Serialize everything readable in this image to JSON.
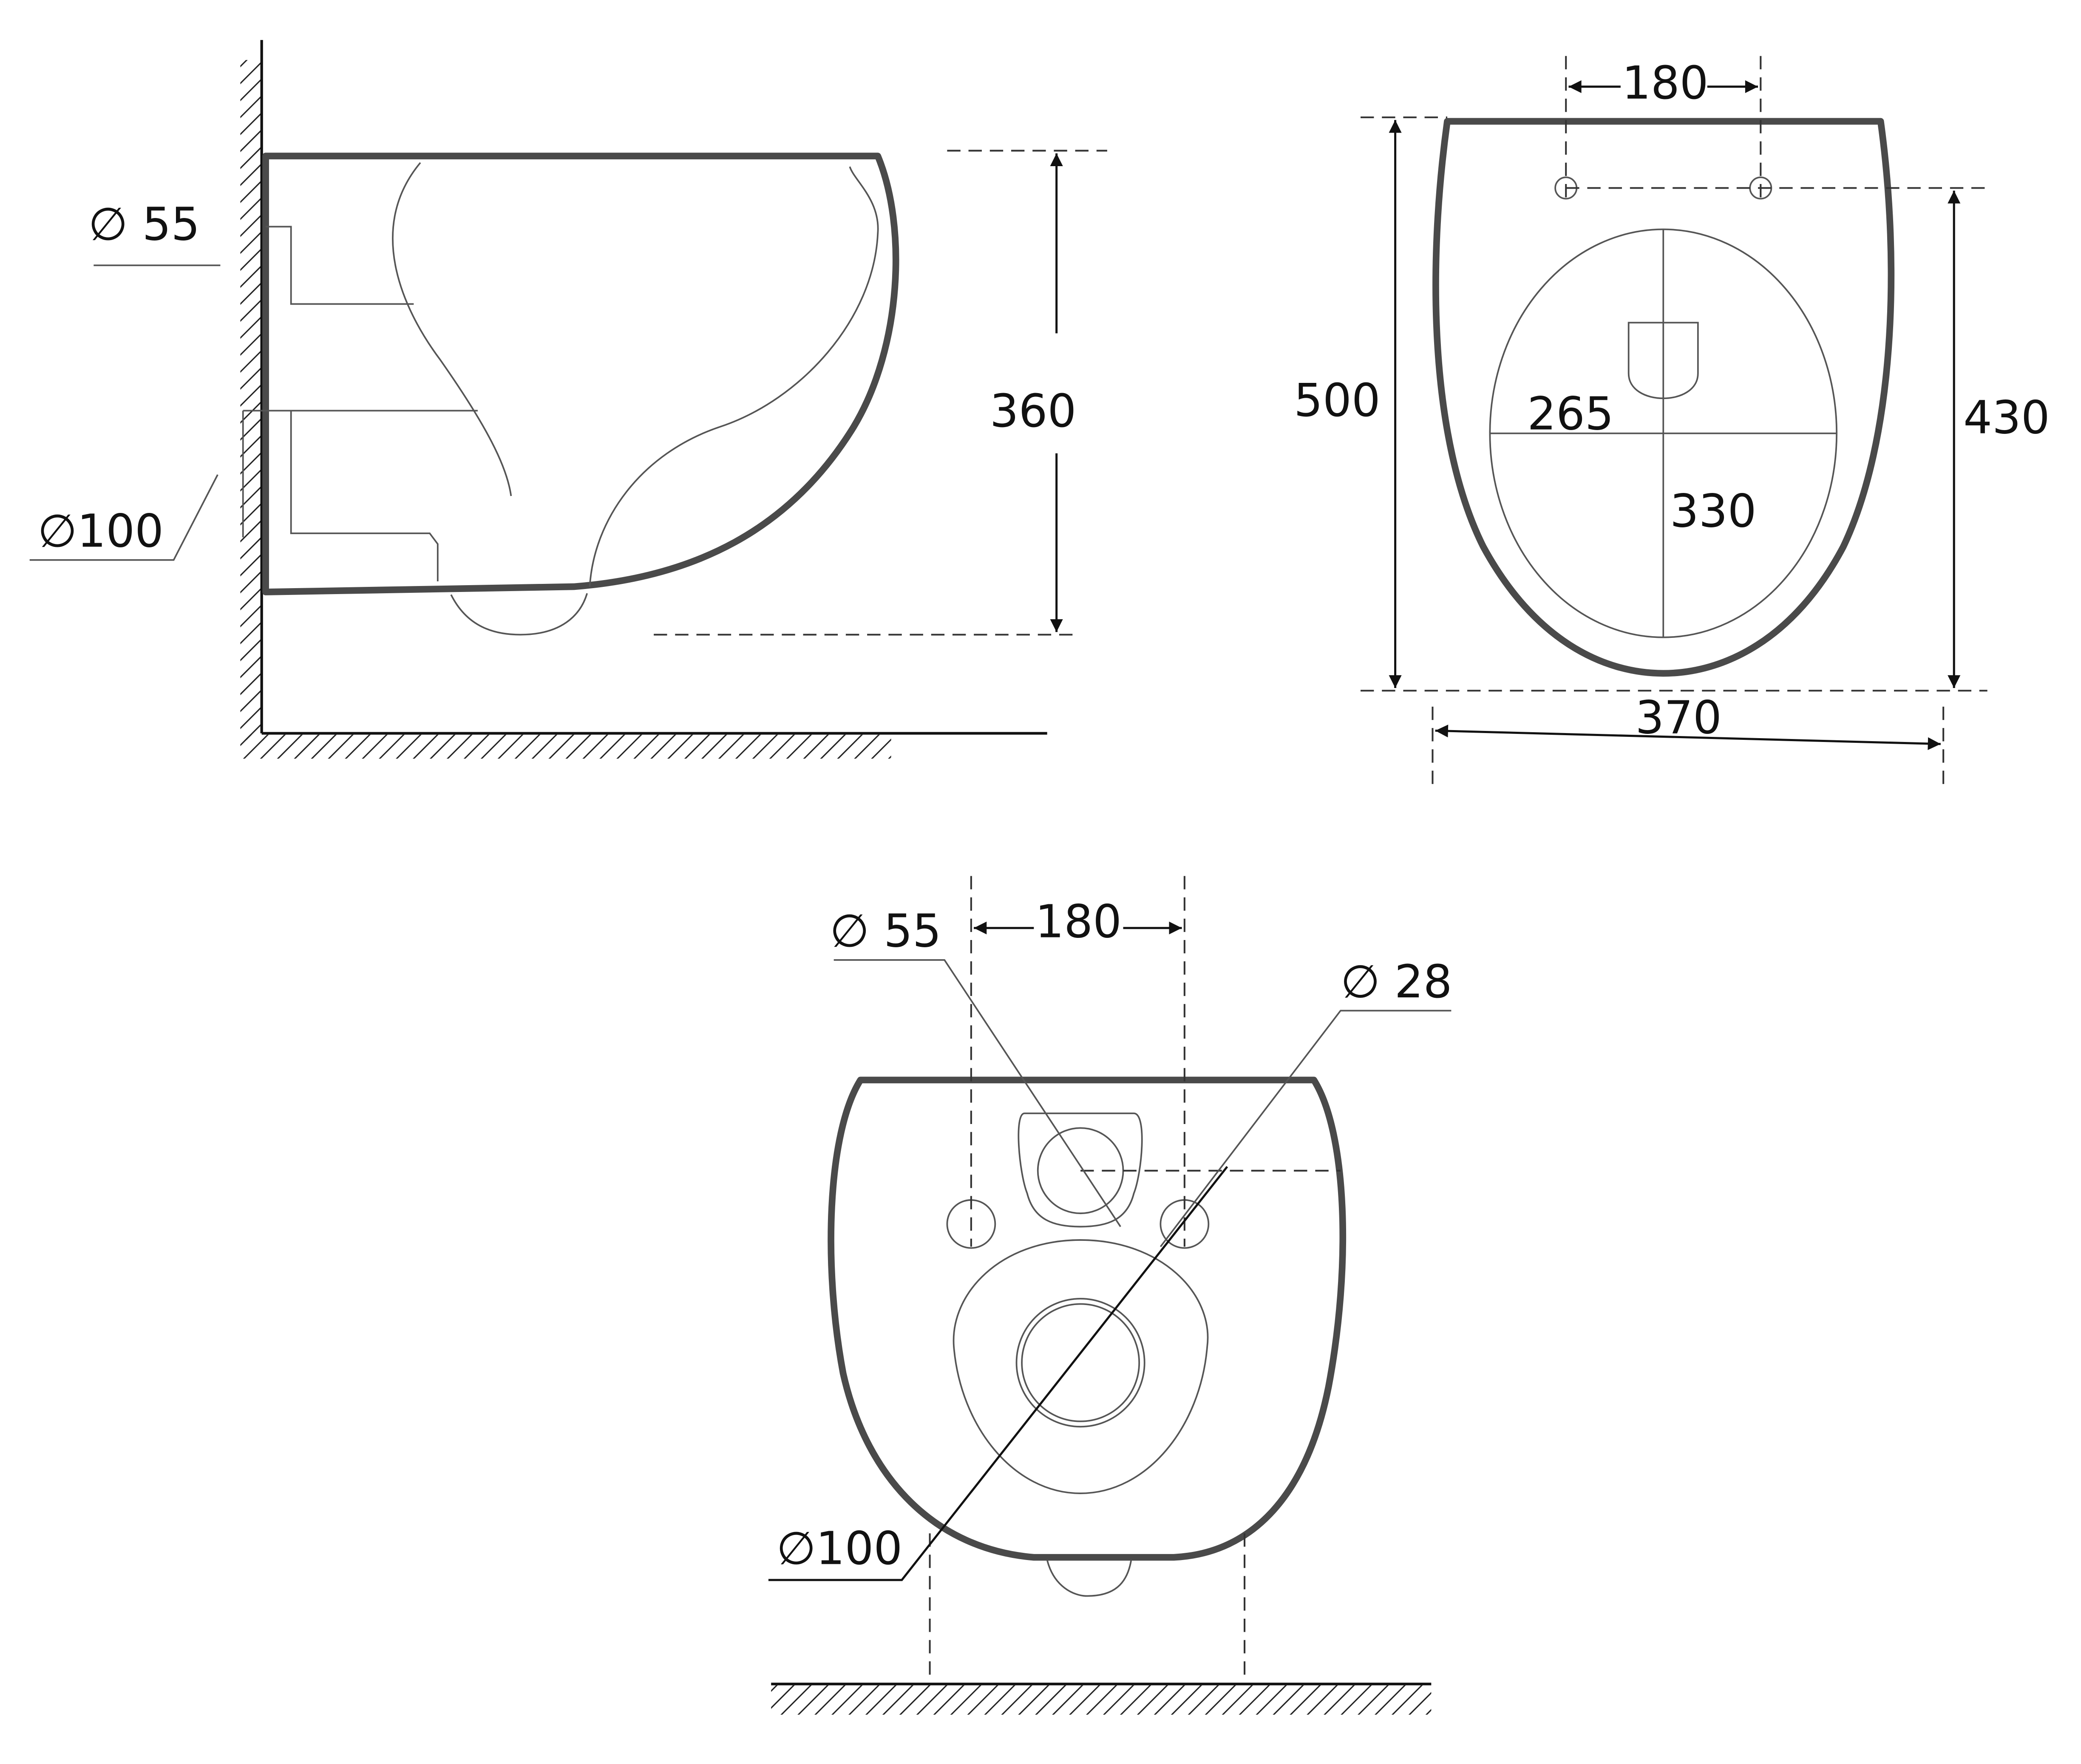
{
  "title": "Wall-hung toilet technical drawing",
  "side_view": {
    "outlet_small": "∅ 55",
    "outlet_large": "∅100",
    "height": "360"
  },
  "top_view": {
    "fixing_spacing": "180",
    "length": "500",
    "seat_width": "265",
    "fixing_to_front": "430",
    "seat_length": "330",
    "width": "370"
  },
  "rear_view": {
    "inlet": "∅ 55",
    "fixing_spacing": "180",
    "fixing_hole": "∅ 28",
    "outlet": "∅100"
  },
  "colors": {
    "outline": "#4a4a4a",
    "line": "#111111"
  }
}
